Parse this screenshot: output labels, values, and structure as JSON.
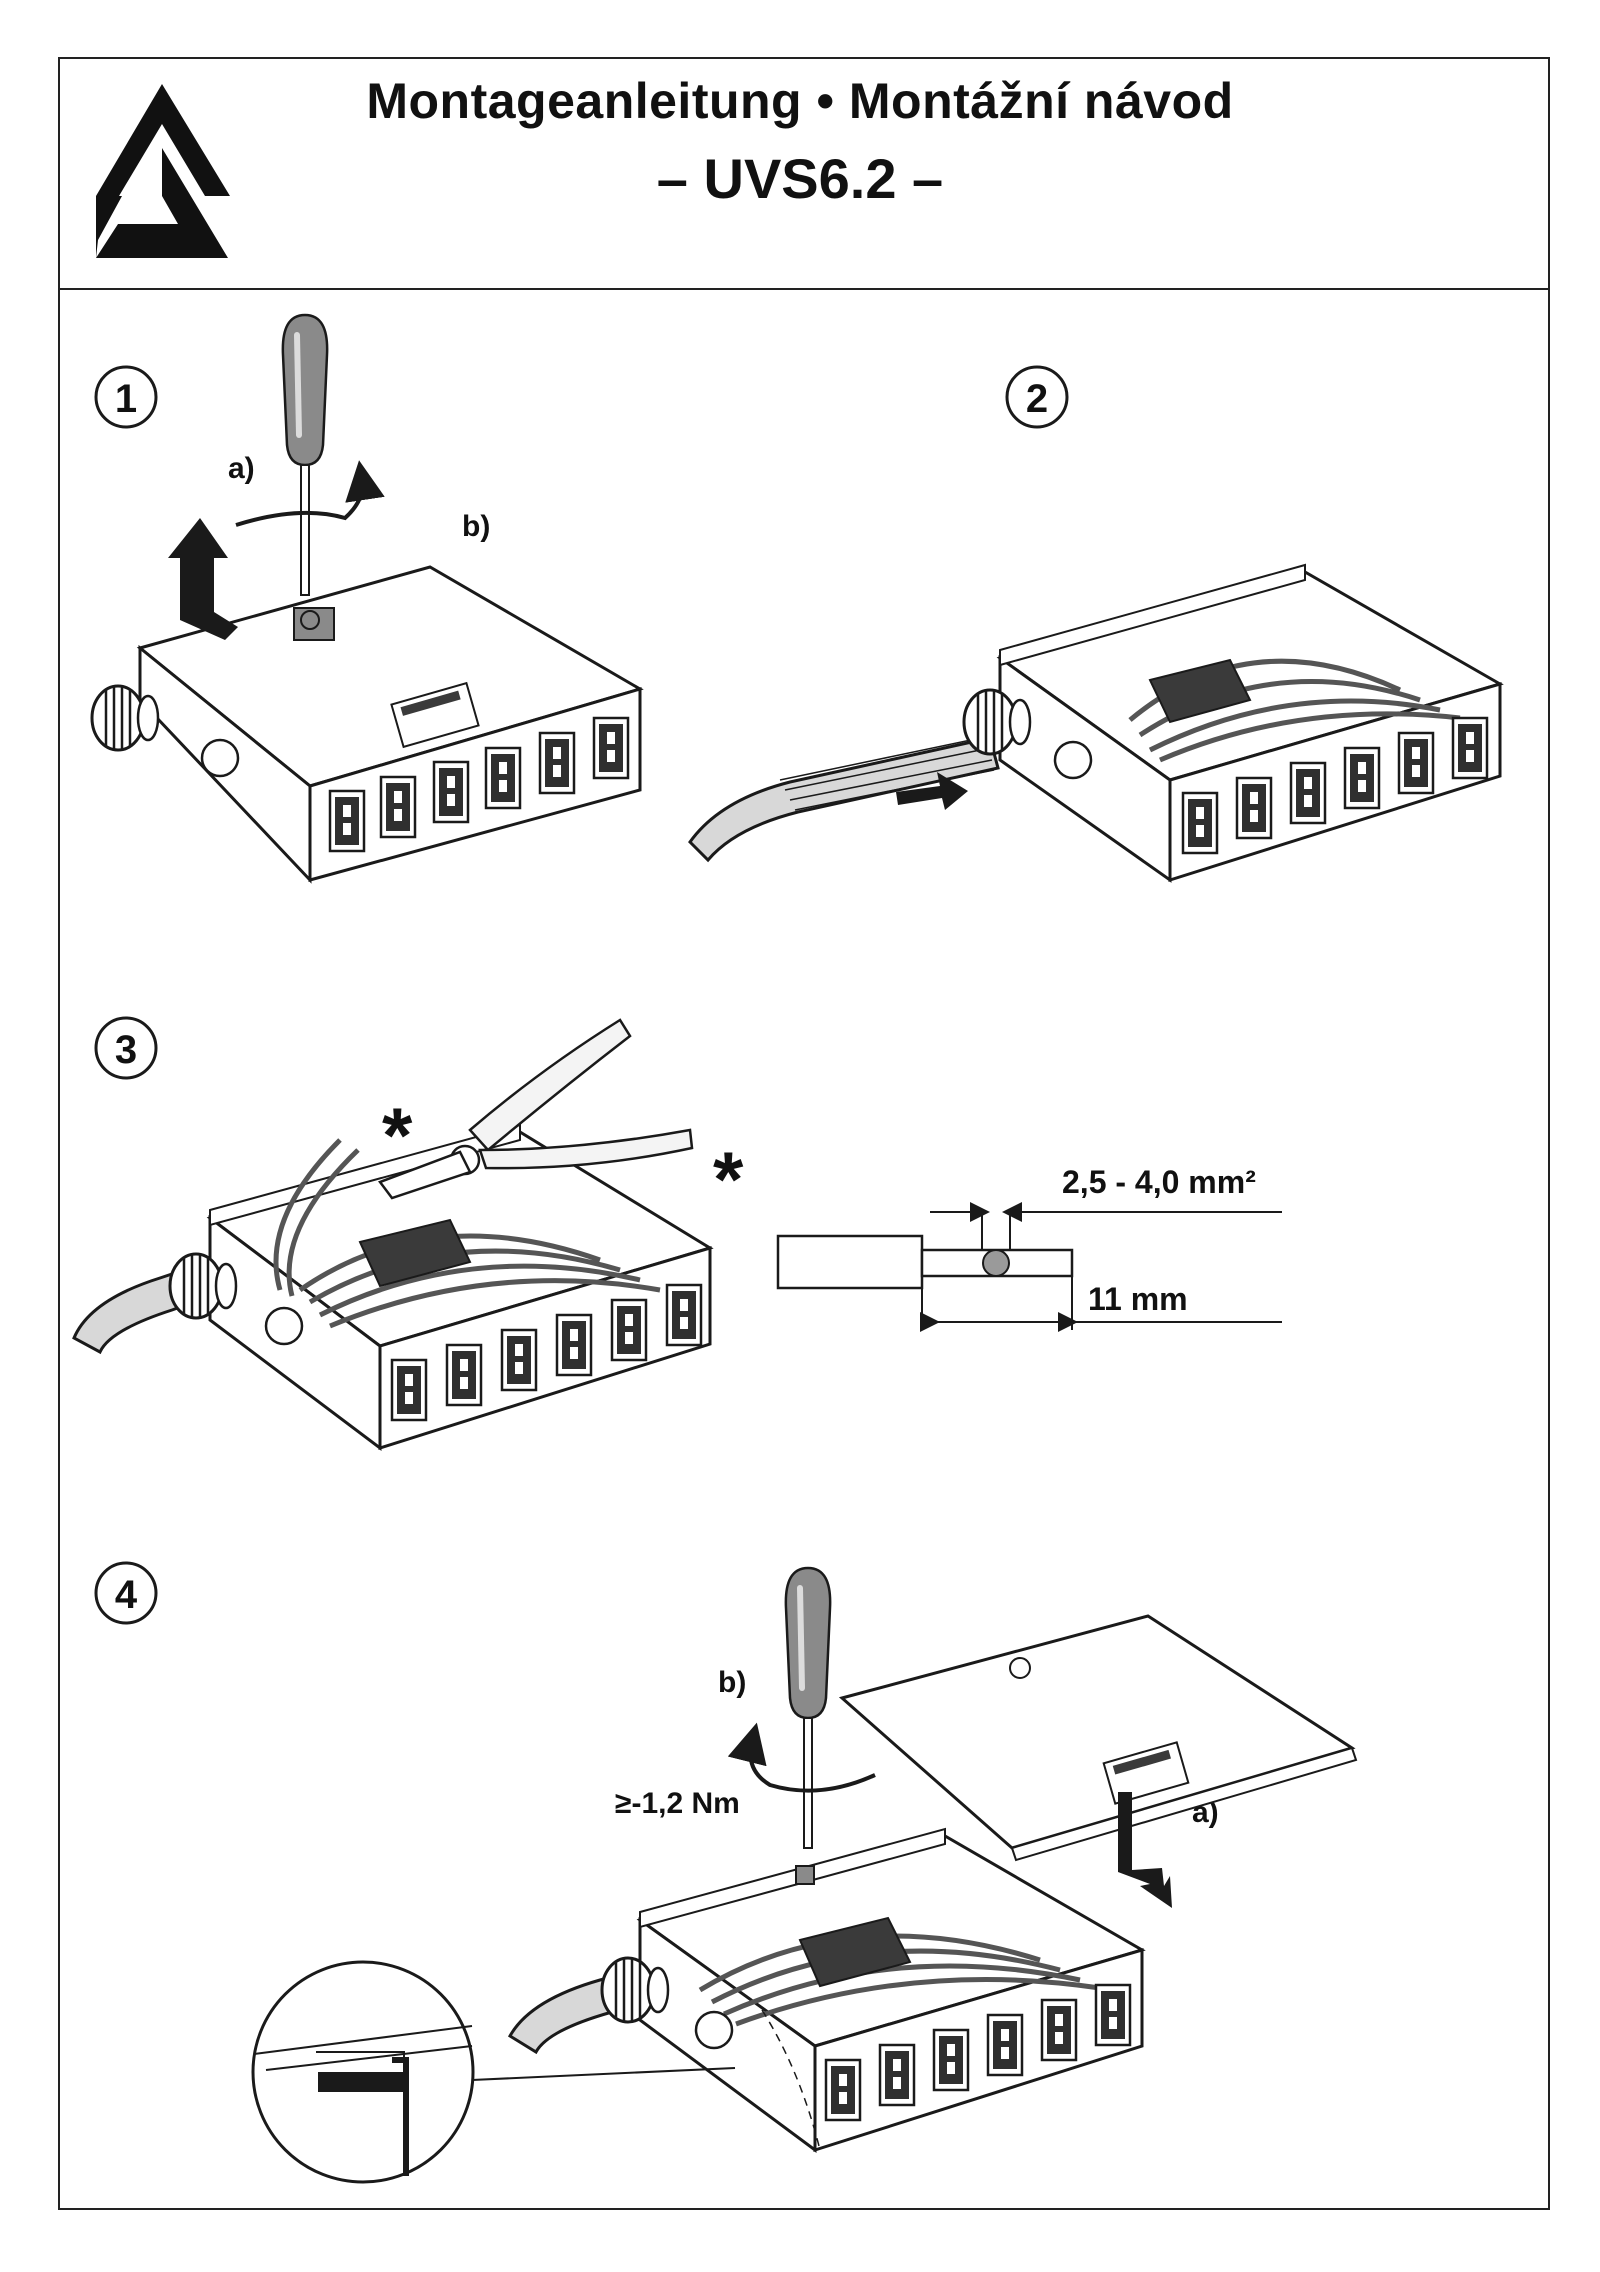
{
  "header": {
    "title_line1": "Montageanleitung • Montážní návod",
    "title_line2": "– UVS6.2 –",
    "logo": "triangle-a-logo"
  },
  "steps": [
    {
      "number": "1",
      "labels": {
        "a": "a)",
        "b": "b)"
      }
    },
    {
      "number": "2"
    },
    {
      "number": "3",
      "markers": [
        "*",
        "*"
      ],
      "detail": {
        "cross_section": "2,5 - 4,0 mm²",
        "strip_length": "11 mm"
      }
    },
    {
      "number": "4",
      "labels": {
        "a": "a)",
        "b": "b)"
      },
      "torque": "≥-1,2 Nm"
    }
  ],
  "colors": {
    "line": "#1a1a1a",
    "socket": "#3a3a3a",
    "cable": "#d8d8d8",
    "tool_gray": "#8a8a8a"
  }
}
